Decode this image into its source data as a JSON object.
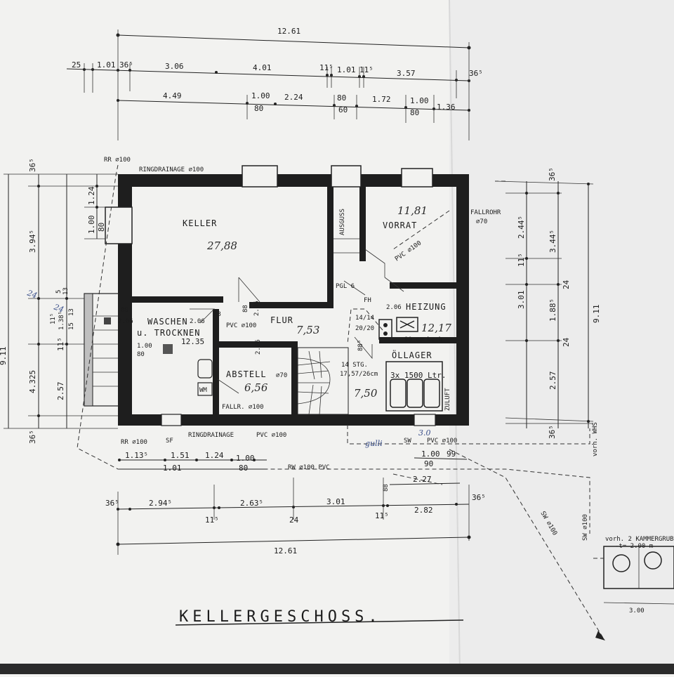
{
  "title": "KELLERGESCHOSS.",
  "dimensions": {
    "top_total": "12.61",
    "top_row1": [
      "25",
      "1.01",
      "36⁵",
      "3.06",
      "4.01",
      "11⁵",
      "1.01",
      "11⁵",
      "3.57",
      "36⁵"
    ],
    "top_row2": [
      "4.49",
      "1.00",
      "2.24",
      "80",
      "1.72",
      "1.00",
      "1.36"
    ],
    "top_row2_sub": [
      "80",
      "60",
      "80"
    ],
    "left_col": [
      "36⁵",
      "3.94⁵",
      "11⁵",
      "4.325",
      "2.57",
      "36⁵",
      "1.24",
      "1.00",
      "80"
    ],
    "left_small": [
      "5",
      "13",
      "11⁵",
      "1.38⁵",
      "24",
      "24",
      "13",
      "15"
    ],
    "right_col": [
      "36⁵",
      "2.44⁵",
      "3.44⁵",
      "11⁵",
      "3.01",
      "24",
      "1.88⁵",
      "24",
      "2.57",
      "36⁵",
      "9.11"
    ],
    "bottom_row1": [
      "1.13⁵",
      "1.51",
      "1.24",
      "1.00",
      "1.01",
      "80",
      "1.00",
      "90",
      "99"
    ],
    "bottom_row2": [
      "36⁵",
      "2.94⁵",
      "2.63⁵",
      "3.01",
      "36⁵",
      "11⁵",
      "24",
      "11⁵",
      "2.82",
      "2.27",
      "88"
    ],
    "bottom_total": "12.61"
  },
  "rooms": {
    "keller": {
      "name": "KELLER",
      "area": "27,88"
    },
    "vorrat": {
      "name": "VORRAT",
      "area": "11,81"
    },
    "waschen1": {
      "name": "WASCHEN"
    },
    "waschen2": {
      "name": "u. TROCKNEN",
      "area": "12.35"
    },
    "flur": {
      "name": "FLUR",
      "area": "7,53"
    },
    "abstell": {
      "name": "ABSTELL",
      "area": "6,56"
    },
    "heizung": {
      "name": "HEIZUNG",
      "area": "12,17"
    },
    "oellager": {
      "name": "ÖLLAGER",
      "tank": "3x 1500 Ltr."
    },
    "stair": {
      "area": "7,50"
    }
  },
  "labels": {
    "ringdrainage_top": "RINGDRAINAGE ⌀100",
    "ringdrainage_bottom": "RINGDRAINAGE",
    "pvc_bottom": "PVC ⌀100",
    "rr_top": "RR ⌀100",
    "rr_bottom": "RR ⌀100",
    "sf": "SF",
    "fallrohr": "FALLROHR",
    "fallrohr_dia": "⌀70",
    "pvc_vorrat": "PVC ⌀100",
    "pvc_flur": "PVC ⌀100",
    "fallr_abstell": "FALLR. ⌀100",
    "abstell_dia": "⌀70",
    "ausguss": "AUSGUSS",
    "pgl": "PGL 6",
    "fh": "FH",
    "heizung_dim": "2.06",
    "heizung_note": "90 cm hoch",
    "stair_text": "14 STG.",
    "stair_ratio": "17,57/26cm",
    "door_1420": "14/14",
    "door_2020": "20/20",
    "zuluft": "ZULUFT",
    "rw": "RW  ⌀100 PVC",
    "sw": "SW",
    "sw_pvc": "PVC ⌀100",
    "wm": "WM",
    "waschen_dim1": "2.06",
    "waschen_dim2": "1.00",
    "waschen_dim3": "80",
    "flur_dim": "2.06",
    "door_88a": "88",
    "door_88b": "88",
    "door_88c": "88",
    "door_85": "88⁵",
    "door_2_06": "2.06",
    "abstell_2_06": "2.06",
    "sw_100": "SW ⌀100",
    "vorh_whs": "vorh. WHS",
    "sw_diag": "SW ⌀100",
    "kammergrube": "vorh. 2 KAMMERGRUBE",
    "kammergrube_h": "-t= 2.00 m",
    "kammergrube_w": "3.00",
    "left_total": "9.11",
    "blue_note": "gulli",
    "blue_num": "3.0"
  }
}
